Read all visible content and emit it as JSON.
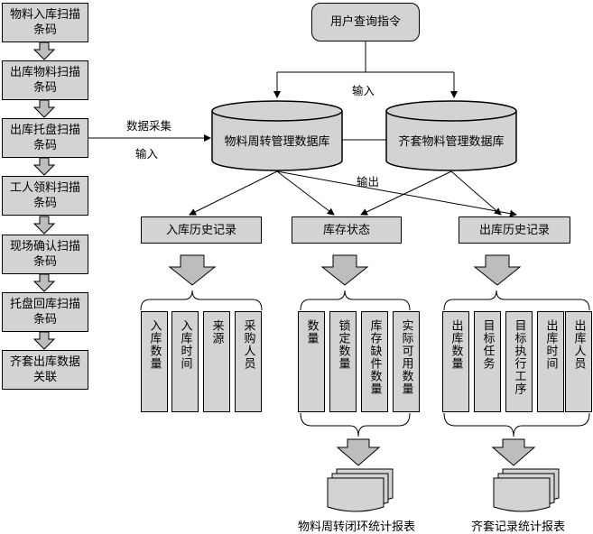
{
  "steps": [
    "物料入库扫描\n条码",
    "出库物料扫描\n条码",
    "出库托盘扫描\n条码",
    "工人领料扫描\n条码",
    "现场确认扫描\n条码",
    "托盘回库扫描\n条码",
    "齐套出库数据\n关联"
  ],
  "user_query": "用户查询指令",
  "db_material": "物料周转管理数据库",
  "db_kit": "齐套物料管理数据库",
  "labels": {
    "data_collect": "数据采集",
    "input_left": "输入",
    "input_top": "输入",
    "output": "输出"
  },
  "groups": [
    {
      "header": "入库历史记录",
      "fields": [
        "入库数量",
        "入库时间",
        "来源",
        "采购人员"
      ]
    },
    {
      "header": "库存状态",
      "fields": [
        "数量",
        "锁定数量",
        "库存缺件数量",
        "实际可用数量"
      ]
    },
    {
      "header": "出库历史记录",
      "fields": [
        "出库数量",
        "目标任务",
        "目标执行工序",
        "出库时间",
        "出库人员"
      ]
    }
  ],
  "reports": [
    "物料周转闭环统计报表",
    "齐套记录统计报表"
  ]
}
